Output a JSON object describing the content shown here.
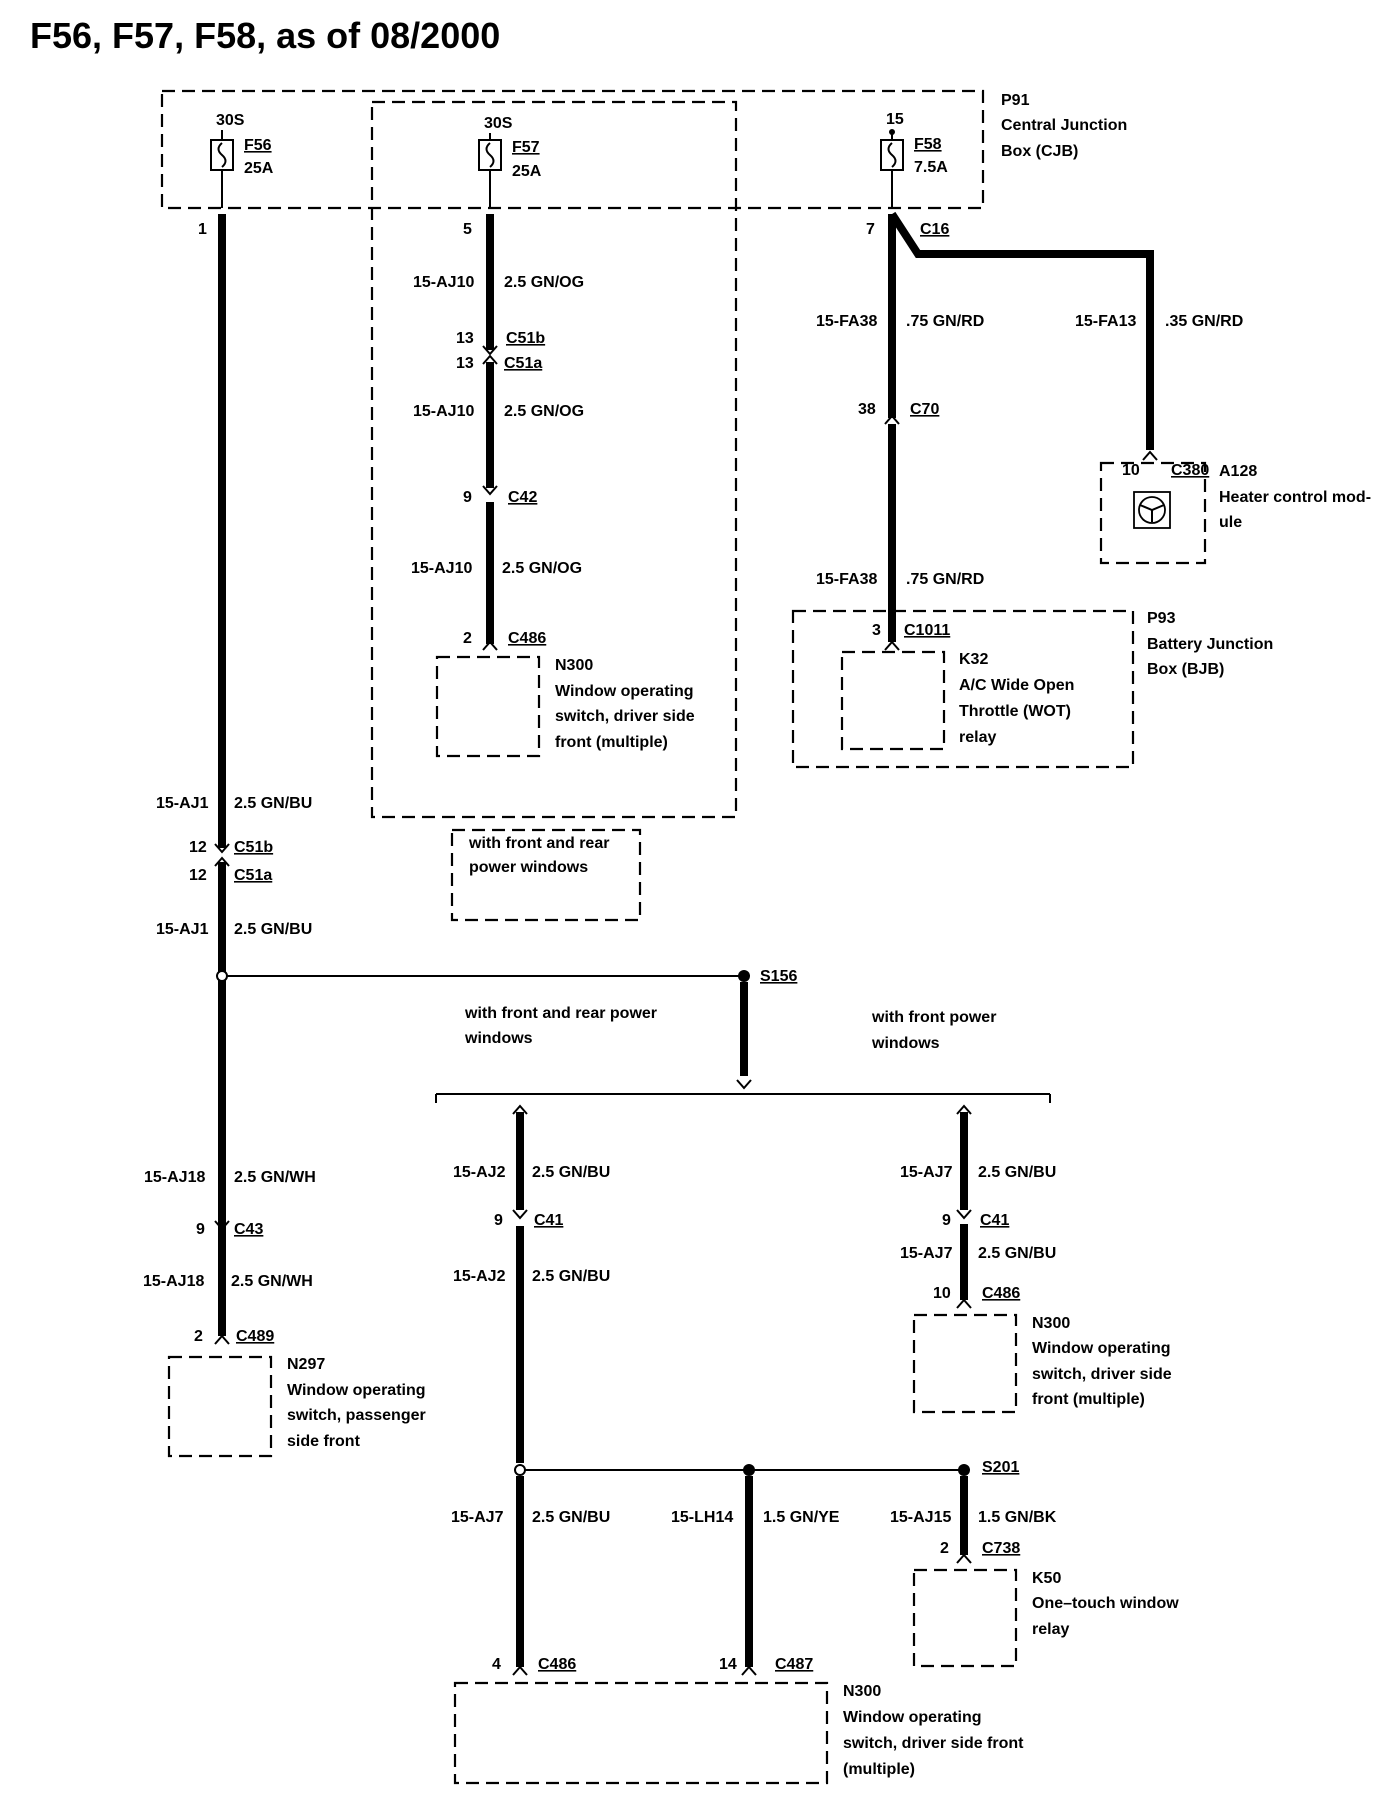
{
  "title": "F56, F57, F58, as of 08/2000",
  "junction_boxes": {
    "cjb": {
      "id": "P91",
      "name_line1": "Central Junction",
      "name_line2": "Box (CJB)"
    },
    "bjb": {
      "id": "P93",
      "name_line1": "Battery Junction",
      "name_line2": "Box (BJB)"
    }
  },
  "fuses": [
    {
      "id": "F56",
      "rating": "25A",
      "supply": "30S",
      "pin": "1"
    },
    {
      "id": "F57",
      "rating": "25A",
      "supply": "30S",
      "pin": "5"
    },
    {
      "id": "F58",
      "rating": "7.5A",
      "supply": "15",
      "pin": "7"
    }
  ],
  "conditions": {
    "front_rear_box": [
      "with front and rear",
      "power windows"
    ],
    "front_rear": [
      "with front and rear power",
      "windows"
    ],
    "front_only": [
      "with front power",
      "windows"
    ]
  },
  "splices": {
    "s156": "S156",
    "s201": "S201"
  },
  "connectors": {
    "c16": "C16",
    "c51b_a": {
      "pin": "13",
      "id": "C51b"
    },
    "c51a_a": {
      "pin": "13",
      "id": "C51a"
    },
    "c42": {
      "pin": "9",
      "id": "C42"
    },
    "c486_a": {
      "pin": "2",
      "id": "C486"
    },
    "c70": {
      "pin": "38",
      "id": "C70"
    },
    "c380": {
      "pin": "10",
      "id": "C380"
    },
    "c1011": {
      "pin": "3",
      "id": "C1011"
    },
    "c51b_b": {
      "pin": "12",
      "id": "C51b"
    },
    "c51a_b": {
      "pin": "12",
      "id": "C51a"
    },
    "c43": {
      "pin": "9",
      "id": "C43"
    },
    "c489": {
      "pin": "2",
      "id": "C489"
    },
    "c41_a": {
      "pin": "9",
      "id": "C41"
    },
    "c41_b": {
      "pin": "9",
      "id": "C41"
    },
    "c486_b": {
      "pin": "10",
      "id": "C486"
    },
    "c738": {
      "pin": "2",
      "id": "C738"
    },
    "c486_c": {
      "pin": "4",
      "id": "C486"
    },
    "c487": {
      "pin": "14",
      "id": "C487"
    }
  },
  "wires": {
    "aj10_1": {
      "circuit": "15-AJ10",
      "spec": "2.5 GN/OG"
    },
    "aj10_2": {
      "circuit": "15-AJ10",
      "spec": "2.5 GN/OG"
    },
    "aj10_3": {
      "circuit": "15-AJ10",
      "spec": "2.5 GN/OG"
    },
    "fa38_1": {
      "circuit": "15-FA38",
      "spec": ".75 GN/RD"
    },
    "fa38_2": {
      "circuit": "15-FA38",
      "spec": ".75 GN/RD"
    },
    "fa13": {
      "circuit": "15-FA13",
      "spec": ".35 GN/RD"
    },
    "aj1_1": {
      "circuit": "15-AJ1",
      "spec": "2.5 GN/BU"
    },
    "aj1_2": {
      "circuit": "15-AJ1",
      "spec": "2.5 GN/BU"
    },
    "aj18_1": {
      "circuit": "15-AJ18",
      "spec": "2.5 GN/WH"
    },
    "aj18_2": {
      "circuit": "15-AJ18",
      "spec": "2.5 GN/WH"
    },
    "aj2_1": {
      "circuit": "15-AJ2",
      "spec": "2.5 GN/BU"
    },
    "aj2_2": {
      "circuit": "15-AJ2",
      "spec": "2.5 GN/BU"
    },
    "aj7_1": {
      "circuit": "15-AJ7",
      "spec": "2.5 GN/BU"
    },
    "aj7_2": {
      "circuit": "15-AJ7",
      "spec": "2.5 GN/BU"
    },
    "aj7_3": {
      "circuit": "15-AJ7",
      "spec": "2.5 GN/BU"
    },
    "lh14": {
      "circuit": "15-LH14",
      "spec": "1.5 GN/YE"
    },
    "aj15": {
      "circuit": "15-AJ15",
      "spec": "1.5 GN/BK"
    }
  },
  "components": {
    "n300_a": {
      "id": "N300",
      "lines": [
        "Window operating",
        "switch, driver side",
        "front (multiple)"
      ]
    },
    "a128": {
      "id": "A128",
      "lines": [
        "Heater control mod-",
        "ule"
      ]
    },
    "k32": {
      "id": "K32",
      "lines": [
        "A/C Wide Open",
        "Throttle (WOT)",
        "relay"
      ]
    },
    "n297": {
      "id": "N297",
      "lines": [
        "Window operating",
        "switch, passenger",
        "side front"
      ]
    },
    "n300_b": {
      "id": "N300",
      "lines": [
        "Window operating",
        "switch, driver side",
        "front (multiple)"
      ]
    },
    "k50": {
      "id": "K50",
      "lines": [
        "One–touch window",
        "relay"
      ]
    },
    "n300_c": {
      "id": "N300",
      "lines": [
        "Window operating",
        "switch, driver side front",
        "(multiple)"
      ]
    }
  }
}
